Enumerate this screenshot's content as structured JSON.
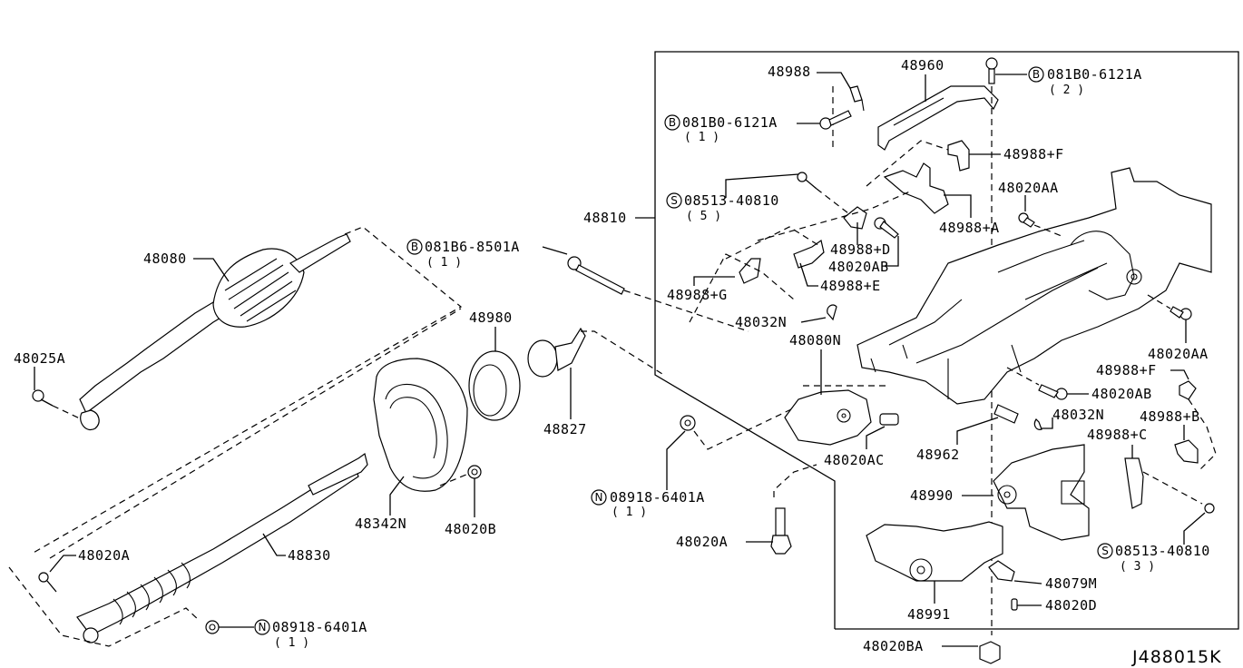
{
  "diagram": {
    "code": "J488015K",
    "assembly_ref": "48810",
    "parts": {
      "p48080": "48080",
      "p48025A": "48025A",
      "p48980": "48980",
      "p48827": "48827",
      "p48342N": "48342N",
      "p48020B": "48020B",
      "p48830": "48830",
      "p48020A_left": "48020A",
      "p48988": "48988",
      "p48960": "48960",
      "p48988F_top": "48988+F",
      "p48020AA_top": "48020AA",
      "p48988A": "48988+A",
      "p48988D": "48988+D",
      "p48020AB_top": "48020AB",
      "p48988E": "48988+E",
      "p48988G": "48988+G",
      "p48032N_top": "48032N",
      "p48080N": "48080N",
      "p48020AA_right": "48020AA",
      "p48988F_right": "48988+F",
      "p48020AB_right": "48020AB",
      "p48032N_bottom": "48032N",
      "p48988B": "48988+B",
      "p48988C": "48988+C",
      "p48962": "48962",
      "p48020AC": "48020AC",
      "p48990": "48990",
      "p48020A_mid": "48020A",
      "p48991": "48991",
      "p48079M": "48079M",
      "p48020D": "48020D",
      "p48020BA": "48020BA"
    },
    "fasteners": [
      {
        "prefix": "B",
        "number": "081B0-6121A",
        "qty": "( 2 )"
      },
      {
        "prefix": "B",
        "number": "081B0-6121A",
        "qty": "( 1 )"
      },
      {
        "prefix": "S",
        "number": "08513-40810",
        "qty": "( 5 )"
      },
      {
        "prefix": "B",
        "number": "081B6-8501A",
        "qty": "( 1 )"
      },
      {
        "prefix": "N",
        "number": "08918-6401A",
        "qty": "( 1 )"
      },
      {
        "prefix": "N",
        "number": "08918-6401A",
        "qty": "( 1 )"
      },
      {
        "prefix": "S",
        "number": "08513-40810",
        "qty": "( 3 )"
      }
    ]
  }
}
